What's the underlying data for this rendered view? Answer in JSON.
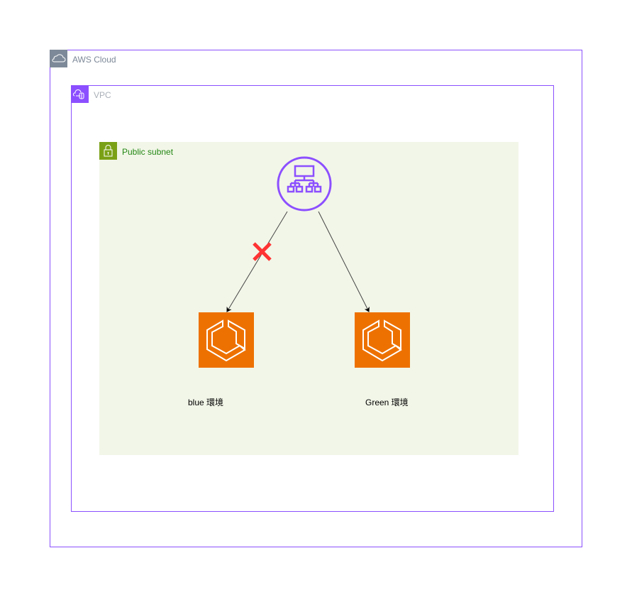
{
  "groups": {
    "aws_cloud": {
      "label": "AWS Cloud",
      "icon": "cloud-icon",
      "color": "#7d8998"
    },
    "vpc": {
      "label": "VPC",
      "icon": "vpc-cloud-icon",
      "color": "#8c4fff"
    },
    "public_subnet": {
      "label": "Public subnet",
      "icon": "lock-icon",
      "color": "#7aa116",
      "fill": "#f2f6e8"
    }
  },
  "nodes": {
    "load_balancer": {
      "icon": "elastic-load-balancer-icon",
      "color": "#8c4fff"
    },
    "blue": {
      "label": "blue 環境",
      "icon": "ecs-icon",
      "color": "#ed7100"
    },
    "green": {
      "label": "Green 環境",
      "icon": "ecs-icon",
      "color": "#ed7100"
    }
  },
  "edges": [
    {
      "from": "load_balancer",
      "to": "blue",
      "blocked": true,
      "marker": "red-x-icon"
    },
    {
      "from": "load_balancer",
      "to": "green",
      "blocked": false
    }
  ]
}
